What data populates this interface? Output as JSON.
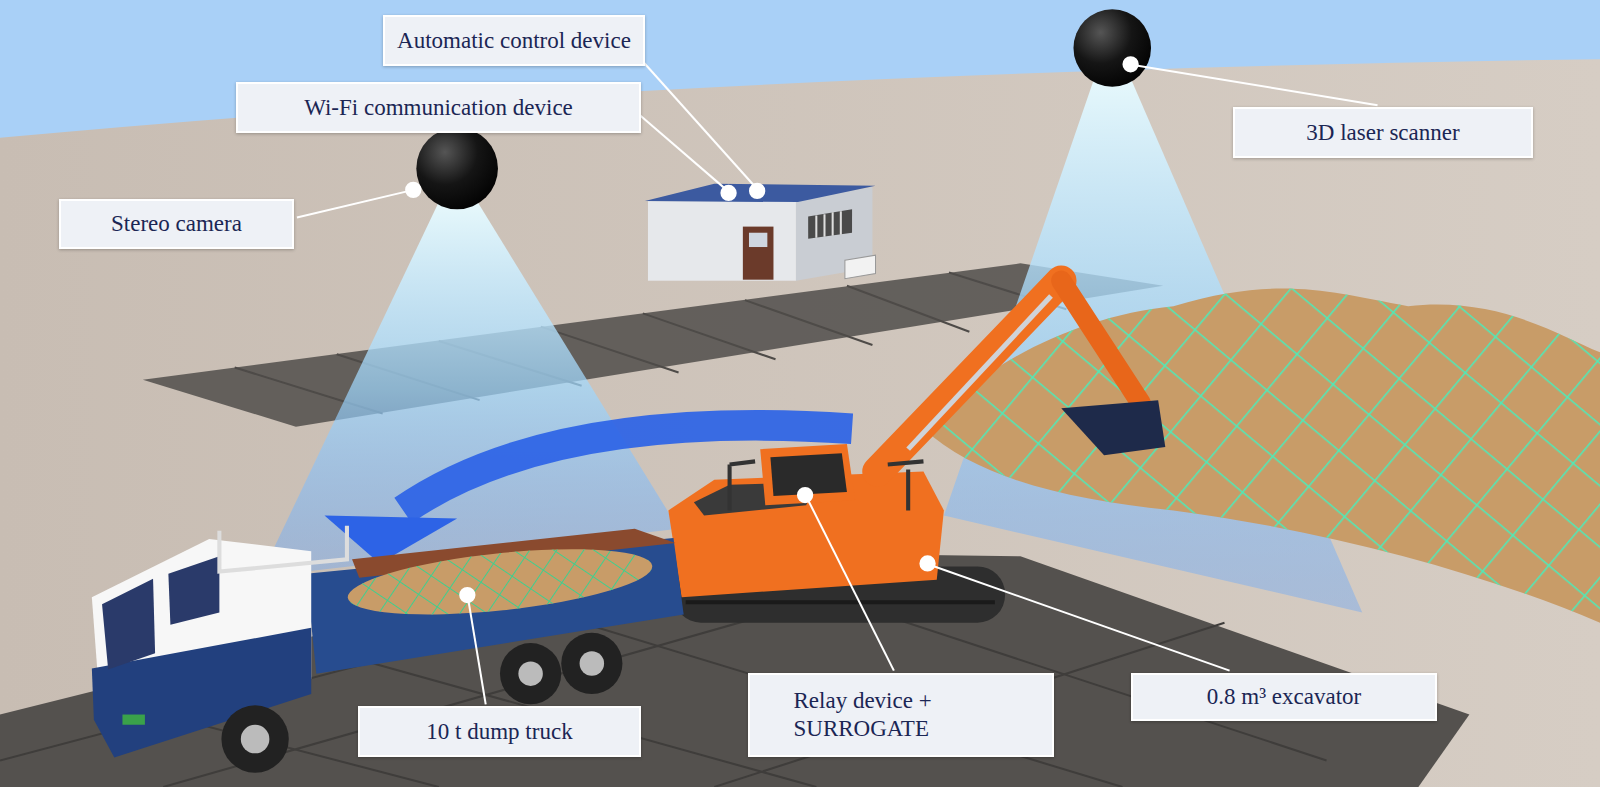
{
  "diagram": {
    "nodes": [
      {
        "text": [
          "Automatic control device"
        ]
      },
      {
        "text": [
          "Wi-Fi communication device"
        ]
      },
      {
        "text": [
          "Stereo camera"
        ]
      },
      {
        "text": [
          "3D laser scanner"
        ]
      },
      {
        "text": [
          "10 t dump truck"
        ]
      },
      {
        "text": [
          "Relay device + SURROGATE"
        ]
      },
      {
        "text": [
          "0.8 m³ excavator"
        ]
      }
    ]
  }
}
